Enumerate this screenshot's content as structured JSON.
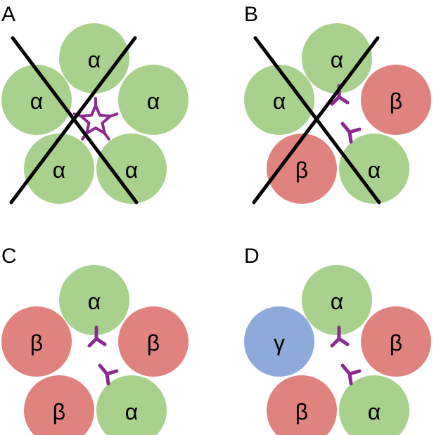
{
  "colors": {
    "alpha": "#a9d18e",
    "beta": "#e0837f",
    "gamma": "#8eaadb",
    "binding_site": "#8b2a8f",
    "cross": "#000000"
  },
  "panels": [
    {
      "label": "A",
      "crossed": true,
      "subunits": [
        {
          "type": "alpha",
          "label": "α"
        },
        {
          "type": "alpha",
          "label": "α"
        },
        {
          "type": "alpha",
          "label": "α"
        },
        {
          "type": "alpha",
          "label": "α"
        },
        {
          "type": "alpha",
          "label": "α"
        }
      ],
      "binding_sites": "star"
    },
    {
      "label": "B",
      "crossed": true,
      "subunits": [
        {
          "type": "alpha",
          "label": "α"
        },
        {
          "type": "beta",
          "label": "β"
        },
        {
          "type": "alpha",
          "label": "α"
        },
        {
          "type": "beta",
          "label": "β"
        },
        {
          "type": "alpha",
          "label": "α"
        }
      ],
      "binding_sites": "two"
    },
    {
      "label": "C",
      "crossed": false,
      "subunits": [
        {
          "type": "alpha",
          "label": "α"
        },
        {
          "type": "beta",
          "label": "β"
        },
        {
          "type": "alpha",
          "label": "α"
        },
        {
          "type": "beta",
          "label": "β"
        },
        {
          "type": "beta",
          "label": "β"
        }
      ],
      "binding_sites": "two"
    },
    {
      "label": "D",
      "crossed": false,
      "subunits": [
        {
          "type": "alpha",
          "label": "α"
        },
        {
          "type": "beta",
          "label": "β"
        },
        {
          "type": "alpha",
          "label": "α"
        },
        {
          "type": "beta",
          "label": "β"
        },
        {
          "type": "gamma",
          "label": "γ"
        }
      ],
      "binding_sites": "two"
    }
  ]
}
